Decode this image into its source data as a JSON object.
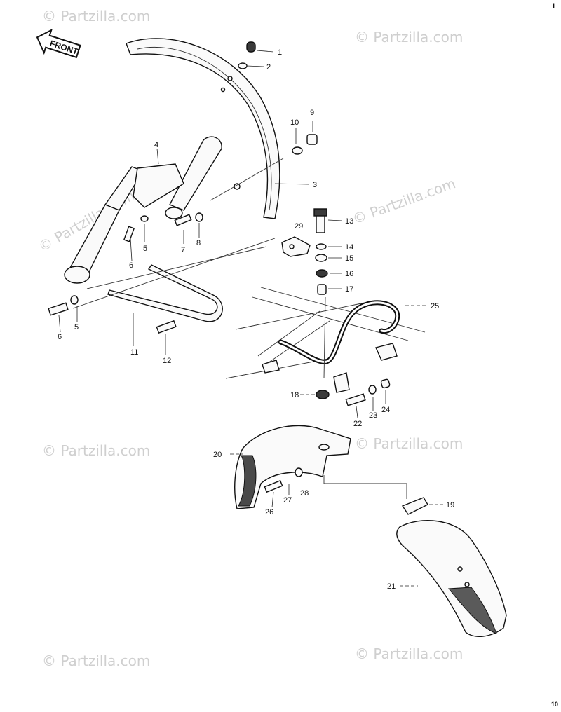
{
  "front_label": "FRONT",
  "corner_top": "I",
  "page_number": "10",
  "watermark_text": "© Partzilla.com",
  "callouts": [
    "1",
    "2",
    "3",
    "4",
    "5",
    "5",
    "6",
    "6",
    "7",
    "8",
    "9",
    "10",
    "11",
    "12",
    "13",
    "14",
    "15",
    "16",
    "17",
    "18",
    "19",
    "20",
    "21",
    "22",
    "23",
    "24",
    "25",
    "26",
    "27",
    "28",
    "29"
  ]
}
